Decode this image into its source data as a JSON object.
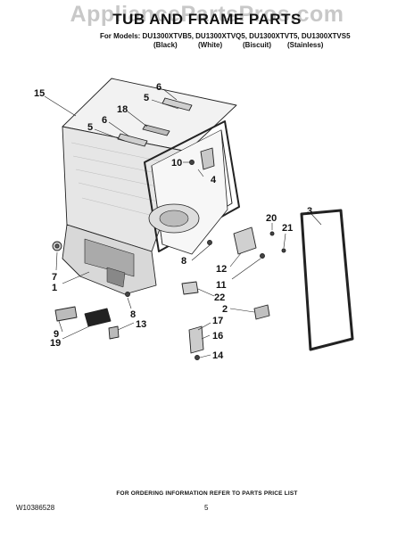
{
  "header": {
    "watermark": "AppliancePartsPros.com",
    "title": "TUB AND FRAME PARTS",
    "models_line": "For Models: DU1300XTVB5, DU1300XTVQ5, DU1300XTVT5, DU1300XTVS5",
    "variants": [
      "(Black)",
      "(White)",
      "(Biscuit)",
      "(Stainless)"
    ]
  },
  "callouts": {
    "c15": "15",
    "c6a": "6",
    "c5a": "5",
    "c18": "18",
    "c6b": "6",
    "c5b": "5",
    "c10": "10",
    "c4": "4",
    "c3": "3",
    "c20": "20",
    "c21": "21",
    "c8a": "8",
    "c12": "12",
    "c11": "11",
    "c22": "22",
    "c7": "7",
    "c1": "1",
    "c8b": "8",
    "c9": "9",
    "c19": "19",
    "c13": "13",
    "c2": "2",
    "c17": "17",
    "c16": "16",
    "c14": "14"
  },
  "footer": {
    "note": "FOR ORDERING INFORMATION REFER TO PARTS PRICE LIST",
    "doc_number": "W10386528",
    "page": "5"
  }
}
